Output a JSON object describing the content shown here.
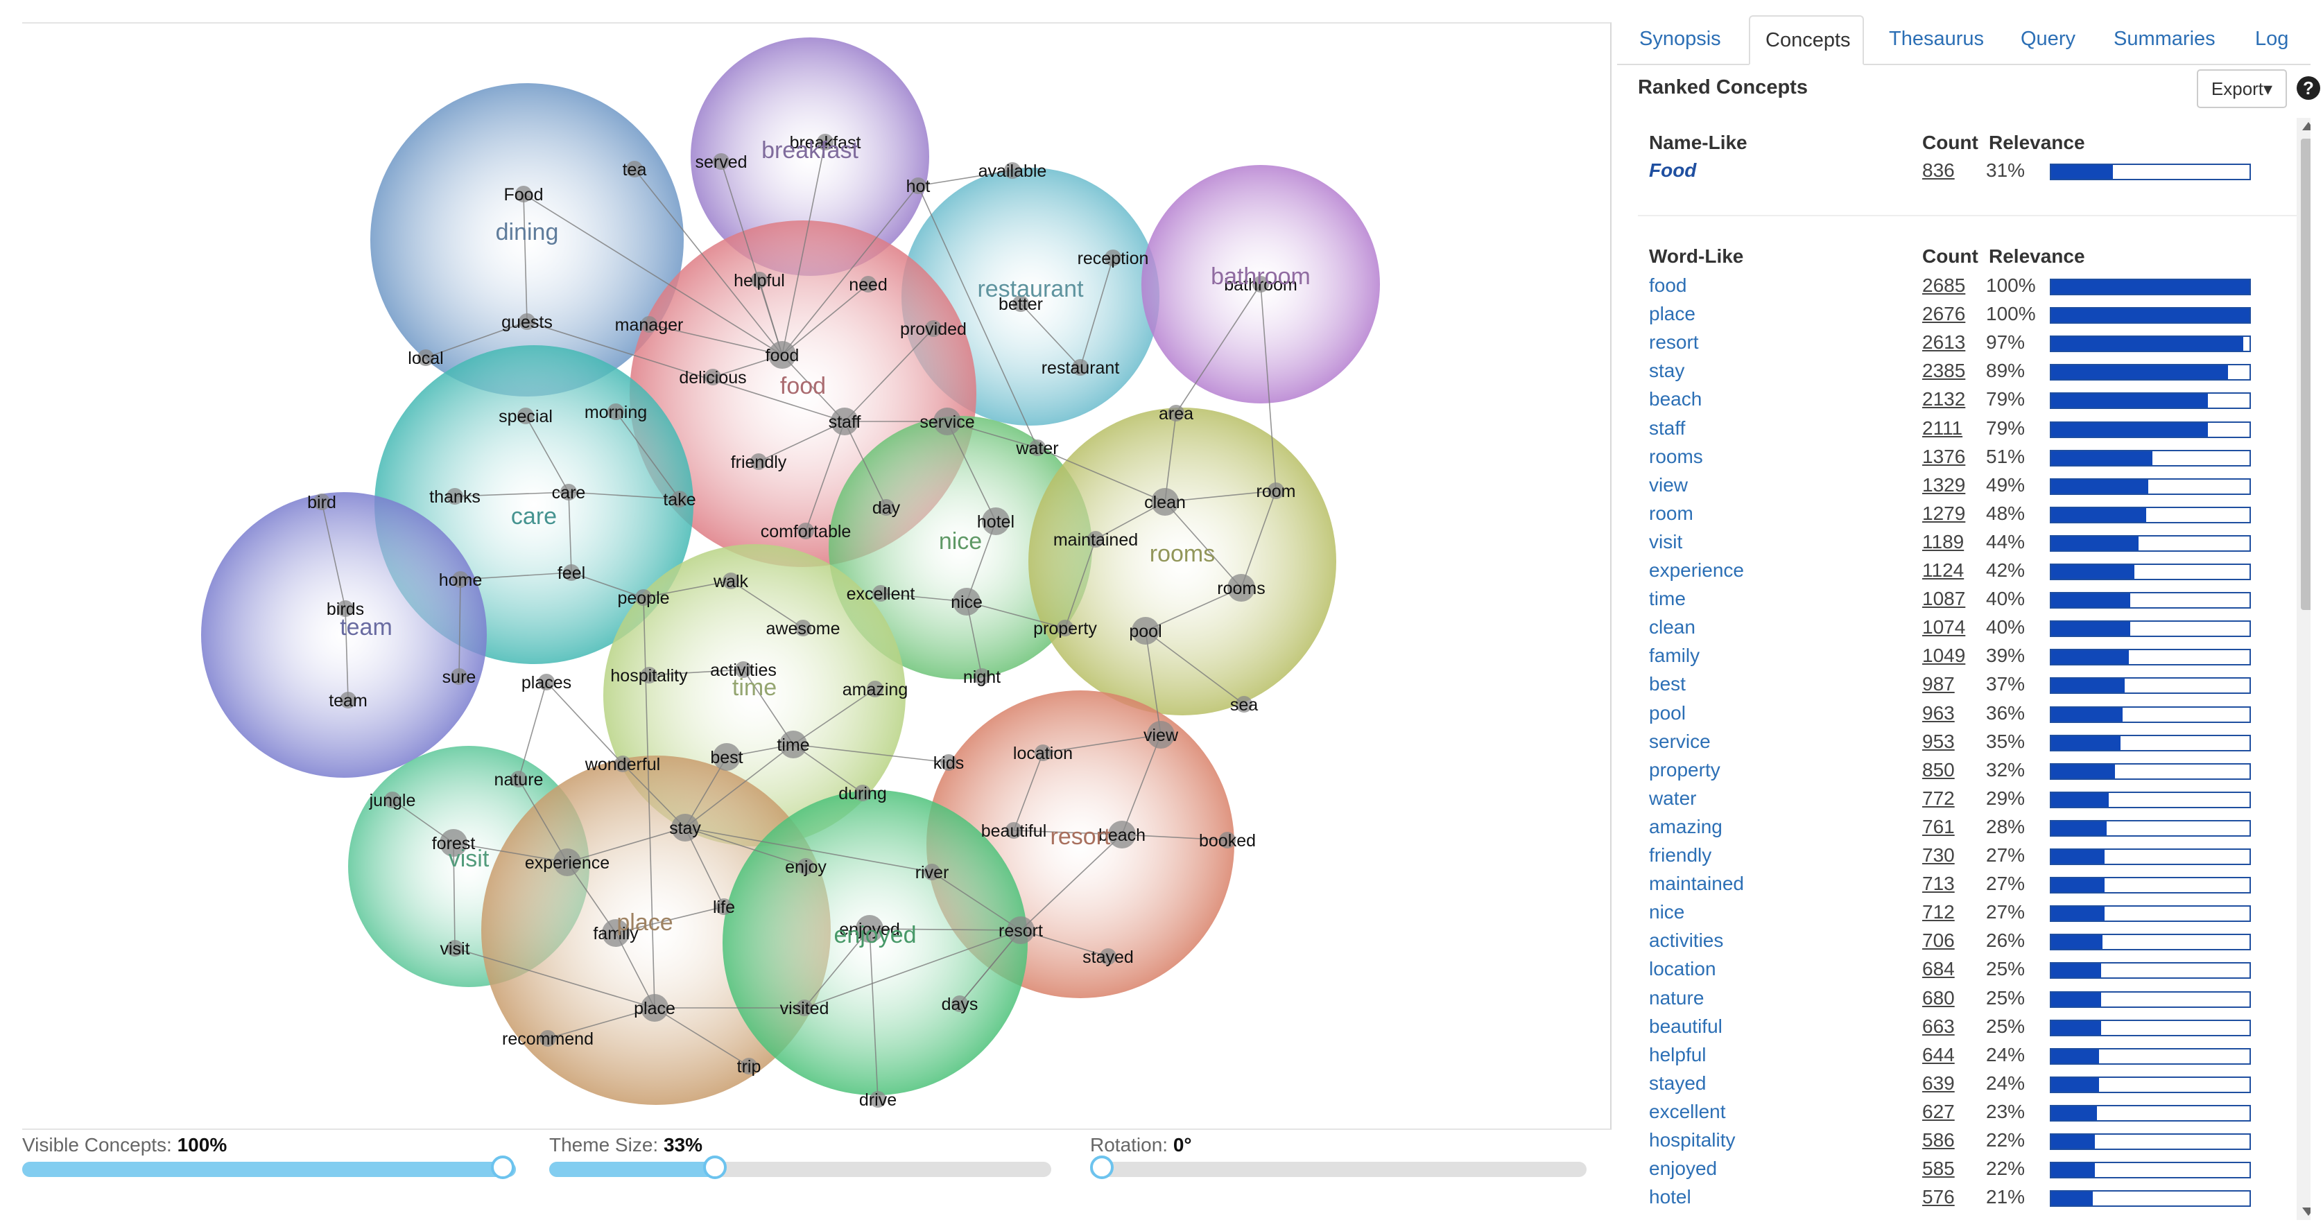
{
  "tabs": [
    {
      "label": "Synopsis",
      "active": false
    },
    {
      "label": "Concepts",
      "active": true
    },
    {
      "label": "Thesaurus",
      "active": false
    },
    {
      "label": "Query",
      "active": false
    },
    {
      "label": "Summaries",
      "active": false
    },
    {
      "label": "Log",
      "active": false
    }
  ],
  "panel": {
    "title": "Ranked Concepts",
    "export_label": "Export▾",
    "help_icon": "question-circle-icon",
    "count_header": "Count",
    "relevance_header": "Relevance"
  },
  "name_like": {
    "header": "Name-Like",
    "rows": [
      {
        "term": "Food",
        "count": "836",
        "relevance": "31%",
        "fraction": 0.31
      }
    ]
  },
  "word_like": {
    "header": "Word-Like",
    "rows": [
      {
        "term": "food",
        "count": "2685",
        "relevance": "100%",
        "fraction": 1.0
      },
      {
        "term": "place",
        "count": "2676",
        "relevance": "100%",
        "fraction": 1.0
      },
      {
        "term": "resort",
        "count": "2613",
        "relevance": "97%",
        "fraction": 0.97
      },
      {
        "term": "stay",
        "count": "2385",
        "relevance": "89%",
        "fraction": 0.89
      },
      {
        "term": "beach",
        "count": "2132",
        "relevance": "79%",
        "fraction": 0.79
      },
      {
        "term": "staff",
        "count": "2111",
        "relevance": "79%",
        "fraction": 0.79
      },
      {
        "term": "rooms",
        "count": "1376",
        "relevance": "51%",
        "fraction": 0.51
      },
      {
        "term": "view",
        "count": "1329",
        "relevance": "49%",
        "fraction": 0.49
      },
      {
        "term": "room",
        "count": "1279",
        "relevance": "48%",
        "fraction": 0.48
      },
      {
        "term": "visit",
        "count": "1189",
        "relevance": "44%",
        "fraction": 0.44
      },
      {
        "term": "experience",
        "count": "1124",
        "relevance": "42%",
        "fraction": 0.42
      },
      {
        "term": "time",
        "count": "1087",
        "relevance": "40%",
        "fraction": 0.4
      },
      {
        "term": "clean",
        "count": "1074",
        "relevance": "40%",
        "fraction": 0.4
      },
      {
        "term": "family",
        "count": "1049",
        "relevance": "39%",
        "fraction": 0.39
      },
      {
        "term": "best",
        "count": "987",
        "relevance": "37%",
        "fraction": 0.37
      },
      {
        "term": "pool",
        "count": "963",
        "relevance": "36%",
        "fraction": 0.36
      },
      {
        "term": "service",
        "count": "953",
        "relevance": "35%",
        "fraction": 0.35
      },
      {
        "term": "property",
        "count": "850",
        "relevance": "32%",
        "fraction": 0.32
      },
      {
        "term": "water",
        "count": "772",
        "relevance": "29%",
        "fraction": 0.29
      },
      {
        "term": "amazing",
        "count": "761",
        "relevance": "28%",
        "fraction": 0.28
      },
      {
        "term": "friendly",
        "count": "730",
        "relevance": "27%",
        "fraction": 0.27
      },
      {
        "term": "maintained",
        "count": "713",
        "relevance": "27%",
        "fraction": 0.27
      },
      {
        "term": "nice",
        "count": "712",
        "relevance": "27%",
        "fraction": 0.27
      },
      {
        "term": "activities",
        "count": "706",
        "relevance": "26%",
        "fraction": 0.26
      },
      {
        "term": "location",
        "count": "684",
        "relevance": "25%",
        "fraction": 0.25
      },
      {
        "term": "nature",
        "count": "680",
        "relevance": "25%",
        "fraction": 0.25
      },
      {
        "term": "beautiful",
        "count": "663",
        "relevance": "25%",
        "fraction": 0.25
      },
      {
        "term": "helpful",
        "count": "644",
        "relevance": "24%",
        "fraction": 0.24
      },
      {
        "term": "stayed",
        "count": "639",
        "relevance": "24%",
        "fraction": 0.24
      },
      {
        "term": "excellent",
        "count": "627",
        "relevance": "23%",
        "fraction": 0.23
      },
      {
        "term": "hospitality",
        "count": "586",
        "relevance": "22%",
        "fraction": 0.22
      },
      {
        "term": "enjoyed",
        "count": "585",
        "relevance": "22%",
        "fraction": 0.22
      },
      {
        "term": "hotel",
        "count": "576",
        "relevance": "21%",
        "fraction": 0.21
      }
    ]
  },
  "sliders": [
    {
      "label": "Visible Concepts:",
      "value": "100%",
      "fraction": 1.0
    },
    {
      "label": "Theme Size:",
      "value": "33%",
      "fraction": 0.33
    },
    {
      "label": "Rotation:",
      "value": "0°",
      "fraction": 0.0
    }
  ],
  "concept_map": {
    "themes": [
      {
        "name": "breakfast",
        "color": "#a98fd0"
      },
      {
        "name": "dining",
        "color": "#7fa6cf"
      },
      {
        "name": "restaurant",
        "color": "#7ec4d3"
      },
      {
        "name": "bathroom",
        "color": "#c08fd6"
      },
      {
        "name": "food",
        "color": "#e38f95"
      },
      {
        "name": "care",
        "color": "#5cc4c0"
      },
      {
        "name": "nice",
        "color": "#7fcc88"
      },
      {
        "name": "rooms",
        "color": "#c2c878"
      },
      {
        "name": "team",
        "color": "#8c8fd6"
      },
      {
        "name": "time",
        "color": "#c5dc96"
      },
      {
        "name": "resort",
        "color": "#e0957e"
      },
      {
        "name": "visit",
        "color": "#6fd0a6"
      },
      {
        "name": "place",
        "color": "#d3ad82"
      },
      {
        "name": "enjoyed",
        "color": "#5fcc8a"
      }
    ],
    "concepts": [
      "breakfast",
      "served",
      "tea",
      "Food",
      "hot",
      "available",
      "reception",
      "better",
      "restaurant",
      "bathroom",
      "helpful",
      "need",
      "manager",
      "guests",
      "food",
      "delicious",
      "local",
      "provided",
      "special",
      "morning",
      "staff",
      "service",
      "water",
      "area",
      "friendly",
      "thanks",
      "care",
      "take",
      "clean",
      "room",
      "bird",
      "day",
      "comfortable",
      "hotel",
      "maintained",
      "home",
      "feel",
      "people",
      "walk",
      "excellent",
      "birds",
      "awesome",
      "nice",
      "property",
      "pool",
      "rooms",
      "hospitality",
      "activities",
      "amazing",
      "night",
      "sure",
      "places",
      "time",
      "sea",
      "wonderful",
      "best",
      "kids",
      "location",
      "view",
      "nature",
      "during",
      "jungle",
      "forest",
      "stay",
      "enjoy",
      "beautiful",
      "beach",
      "booked",
      "experience",
      "river",
      "life",
      "family",
      "enjoyed",
      "resort",
      "stayed",
      "visit",
      "place",
      "visited",
      "days",
      "recommend",
      "trip",
      "drive",
      "team"
    ]
  }
}
